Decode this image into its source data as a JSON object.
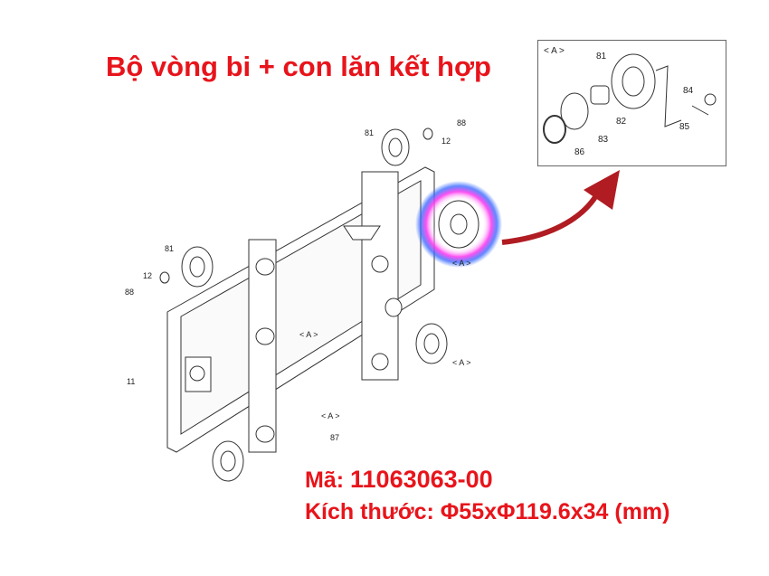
{
  "title": "Bộ vòng bi + con lăn kết hợp",
  "part_code_label": "Mã:",
  "part_code": "11063063-00",
  "size_label": "Kích thước:",
  "size_value": "Φ55xΦ119.6x34 (mm)",
  "diagram": {
    "callouts": {
      "top_88": "88",
      "top_12": "12",
      "top_81": "81",
      "left_81": "81",
      "left_12": "12",
      "left_88": "88",
      "frame_11": "11",
      "bolt_87": "87",
      "detail_a1": "< A >",
      "detail_a2": "< A >",
      "detail_a3": "< A >",
      "detail_a4": "< A >"
    }
  },
  "inset": {
    "title": "< A >",
    "parts": [
      "81",
      "82",
      "83",
      "84",
      "85",
      "86"
    ]
  },
  "colors": {
    "accent": "#e8141b",
    "arrow": "#b01c22",
    "glow": "#7a3cff"
  }
}
